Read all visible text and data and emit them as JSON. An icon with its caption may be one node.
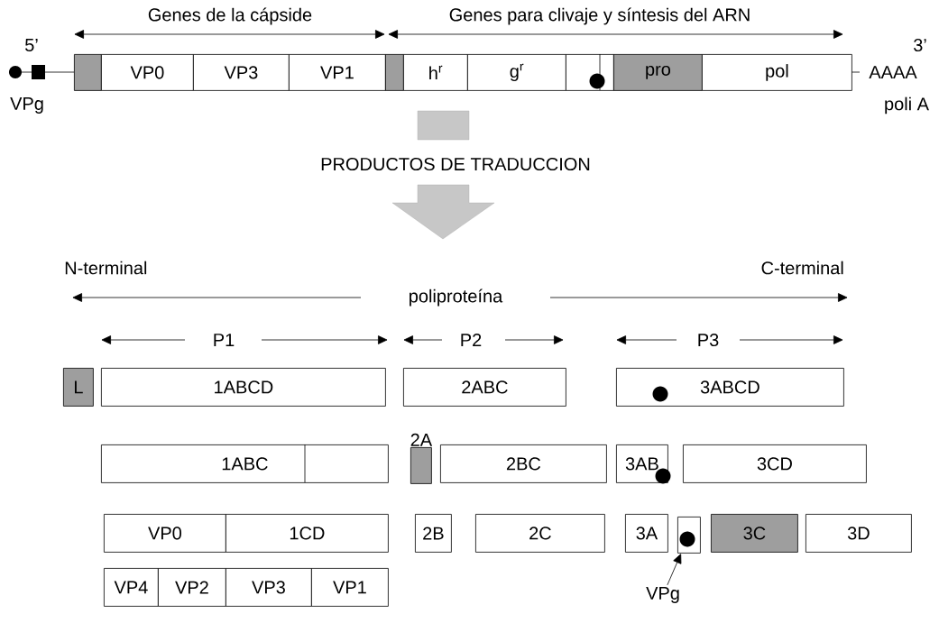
{
  "diagram": {
    "nodes": [
      {
        "text": [],
        "shape": "box"
      },
      {
        "text": [
          "VP0"
        ]
      },
      {
        "text": [
          "VP3"
        ]
      },
      {
        "text": [
          "VP1"
        ]
      },
      {
        "text": [],
        "shape": "box"
      },
      {
        "text": [
          "h$^{r}$"
        ]
      },
      {
        "text": [
          "g$^{r}$"
        ]
      },
      {
        "text": [],
        "shape": "box"
      },
      {
        "text": [
          "pro"
        ]
      },
      {
        "text": [
          "pol"
        ]
      },
      {
        "text": [
          "L"
        ]
      },
      {
        "text": [
          "1ABCD"
        ]
      },
      {
        "text": [
          "2ABC"
        ]
      },
      {
        "text": [
          "3ABCD"
        ]
      },
      {
        "text": [
          "1ABC"
        ]
      },
      {
        "text": [
          "2A"
        ]
      },
      {
        "text": [
          "2BC"
        ]
      },
      {
        "text": [
          "3AB"
        ]
      },
      {
        "text": [
          "3CD"
        ]
      },
      {
        "text": [
          "VP0"
        ]
      },
      {
        "text": [
          "1CD"
        ]
      },
      {
        "text": [
          "2B"
        ]
      },
      {
        "text": [
          "2C"
        ]
      },
      {
        "text": [
          "3A"
        ]
      },
      {
        "text": [],
        "shape": "box"
      },
      {
        "text": [
          "3C"
        ]
      },
      {
        "text": [
          "3D"
        ]
      },
      {
        "text": [
          "VP4"
        ]
      },
      {
        "text": [
          "VP2"
        ]
      },
      {
        "text": [
          "VP3"
        ]
      },
      {
        "text": [
          "VP1"
        ]
      },
      {
        "text": [
          "VPg"
        ]
      }
    ],
    "edges": [
      {
        "from": 31,
        "to": 24,
        "arrow": "to"
      }
    ],
    "labels": [
      "Genes de la cápside",
      "Genes para clivaje y síntesis del ARN",
      "5’",
      "3’",
      "VPg",
      "AAAA",
      "poli A",
      "PRODUCTOS DE TRADUCCION",
      "N-terminal",
      "C-terminal",
      "poliproteína",
      "P1",
      "P2",
      "P3"
    ]
  }
}
